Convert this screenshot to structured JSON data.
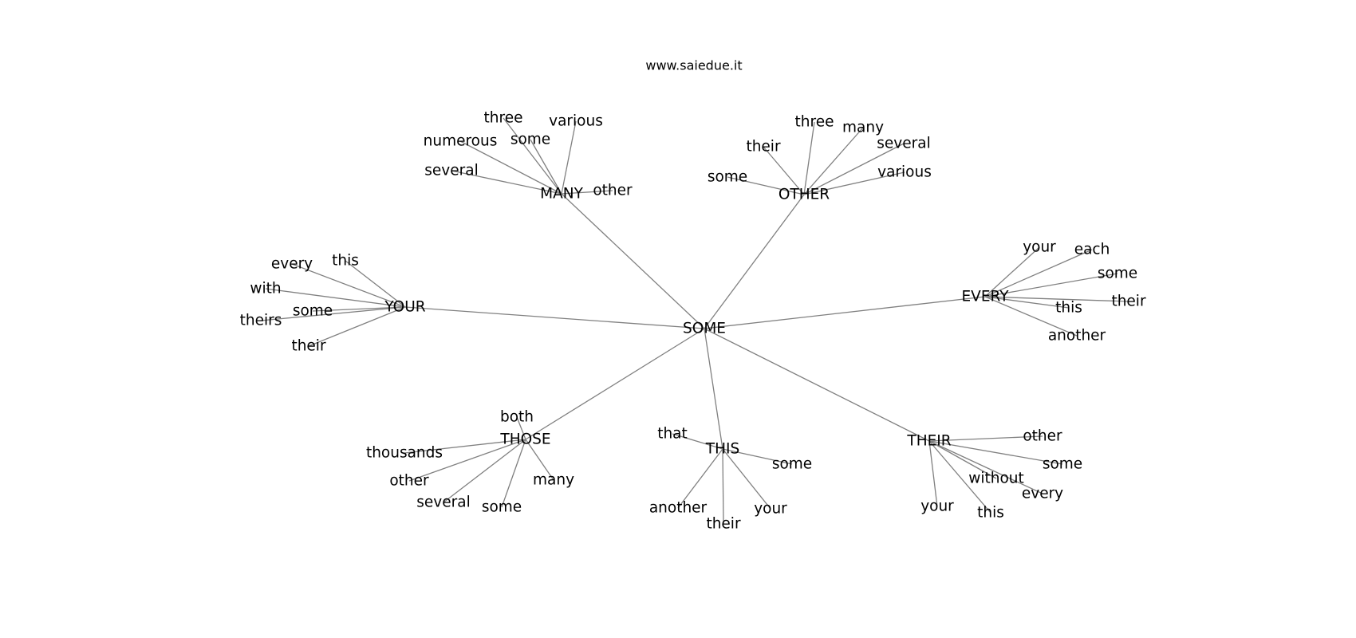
{
  "header": {
    "site": "www.saiedue.it"
  },
  "graph": {
    "root": "SOME",
    "hubs": [
      {
        "label": "MANY",
        "leaves": [
          "three",
          "various",
          "numerous",
          "some",
          "several",
          "other"
        ]
      },
      {
        "label": "OTHER",
        "leaves": [
          "three",
          "many",
          "their",
          "several",
          "some",
          "various"
        ]
      },
      {
        "label": "YOUR",
        "leaves": [
          "every",
          "this",
          "with",
          "some",
          "theirs",
          "their"
        ]
      },
      {
        "label": "EVERY",
        "leaves": [
          "your",
          "each",
          "some",
          "their",
          "this",
          "another"
        ]
      },
      {
        "label": "THOSE",
        "leaves": [
          "both",
          "thousands",
          "other",
          "several",
          "some",
          "many"
        ]
      },
      {
        "label": "THIS",
        "leaves": [
          "that",
          "some",
          "another",
          "their",
          "your"
        ]
      },
      {
        "label": "THEIR",
        "leaves": [
          "other",
          "some",
          "without",
          "every",
          "your",
          "this"
        ]
      }
    ]
  }
}
